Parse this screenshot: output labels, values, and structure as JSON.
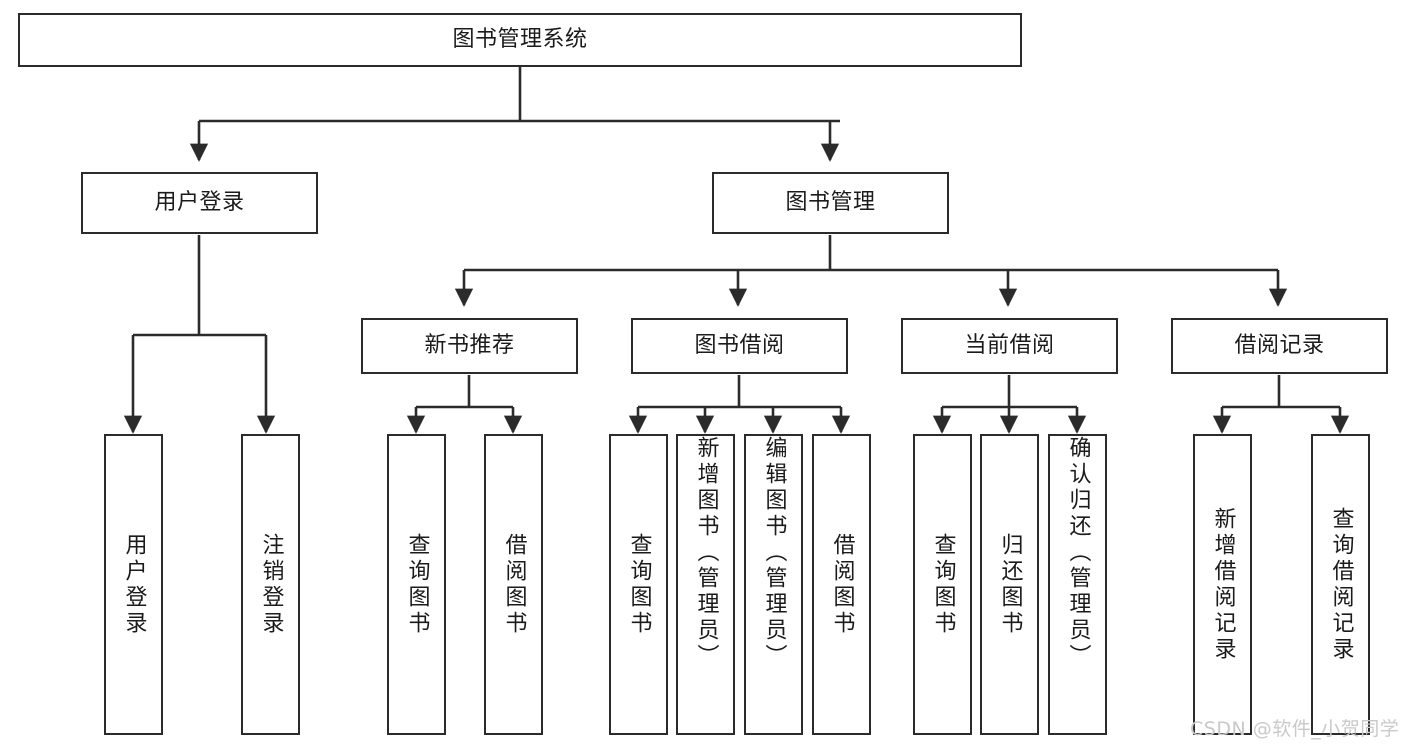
{
  "diagram": {
    "title": "图书管理系统",
    "type": "tree-hierarchy",
    "root": {
      "label": "图书管理系统"
    },
    "level2": [
      {
        "label": "用户登录"
      },
      {
        "label": "图书管理"
      }
    ],
    "level3": [
      {
        "label": "新书推荐"
      },
      {
        "label": "图书借阅"
      },
      {
        "label": "当前借阅"
      },
      {
        "label": "借阅记录"
      }
    ],
    "leaves": {
      "user_login": [
        {
          "label": "用户登录"
        },
        {
          "label": "注销登录"
        }
      ],
      "new_book_recommend": [
        {
          "label": "查询图书"
        },
        {
          "label": "借阅图书"
        }
      ],
      "book_borrow": [
        {
          "label": "查询图书"
        },
        {
          "label": "新增图书（管理员）"
        },
        {
          "label": "编辑图书（管理员）"
        },
        {
          "label": "借阅图书"
        }
      ],
      "current_borrow": [
        {
          "label": "查询图书"
        },
        {
          "label": "归还图书"
        },
        {
          "label": "确认归还（管理员）"
        }
      ],
      "borrow_record": [
        {
          "label": "新增借阅记录"
        },
        {
          "label": "查询借阅记录"
        }
      ]
    }
  },
  "watermark": {
    "text": "CSDN @软件_小贺同学"
  },
  "colors": {
    "stroke": "#2b2b2b",
    "background": "#ffffff",
    "text": "#1b1b1b",
    "watermark": "#c9c9c9"
  }
}
